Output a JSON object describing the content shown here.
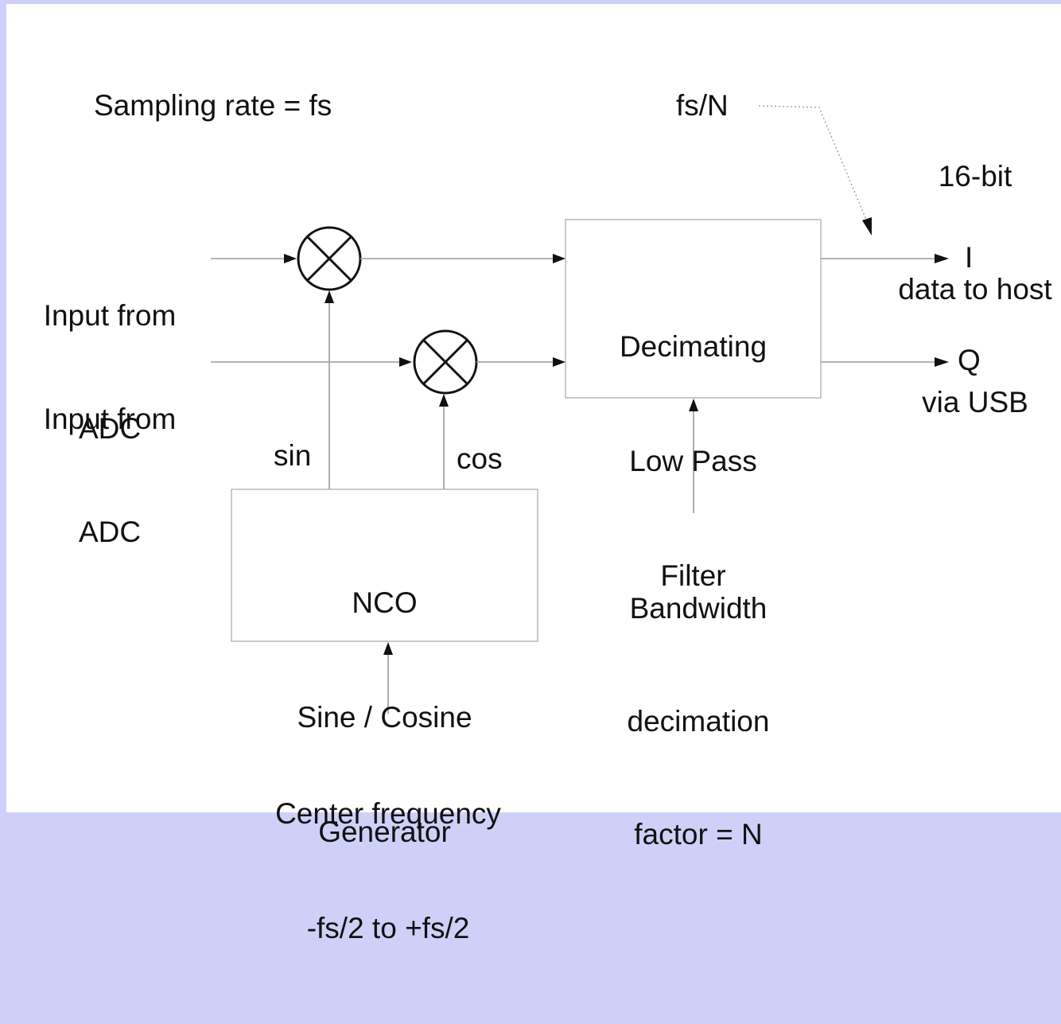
{
  "title": "Sampling rate = fs",
  "inputs": [
    {
      "line1": "Input from",
      "line2": "ADC"
    },
    {
      "line1": "Input from",
      "line2": "ADC"
    }
  ],
  "decimator": {
    "line1": "Decimating",
    "line2": "Low Pass",
    "line3": "Filter"
  },
  "nco": {
    "line1": "NCO",
    "line2": "Sine / Cosine",
    "line3": "Generator"
  },
  "sin_label": "sin",
  "cos_label": "cos",
  "output_rate": "fs/N",
  "output_desc": {
    "line1": "16-bit",
    "line2": "data to host",
    "line3": "via USB"
  },
  "outputs": {
    "i": "I",
    "q": "Q"
  },
  "bandwidth": {
    "line1": "Bandwidth",
    "line2": "decimation",
    "line3": "factor = N"
  },
  "center_freq": {
    "line1": "Center frequency",
    "line2": "-fs/2 to +fs/2"
  }
}
